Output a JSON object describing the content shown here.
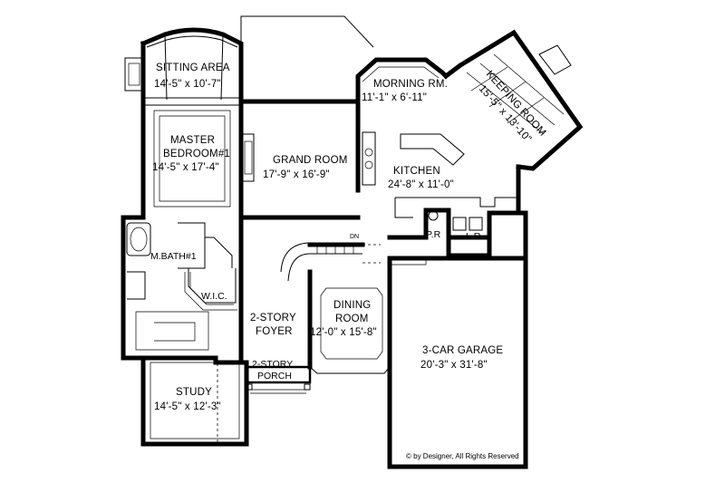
{
  "rooms": {
    "sitting_area": {
      "name": "SITTING AREA",
      "size": "14'-5\" x 10'-7\""
    },
    "master_bedroom": {
      "name_line1": "MASTER",
      "name_line2": "BEDROOM#1",
      "size": "14'-5\" x 17'-4\""
    },
    "grand_room": {
      "name": "GRAND ROOM",
      "size": "17'-9\" x 16'-9\""
    },
    "morning_room": {
      "name": "MORNING RM.",
      "size": "11'-1\" x 6'-11\""
    },
    "keeping_room": {
      "name": "KEEPING ROOM",
      "size": "15'-5\" x 13'-10\""
    },
    "kitchen": {
      "name": "KITCHEN",
      "size": "24'-8\" x 11'-0\""
    },
    "master_bath": {
      "name": "M.BATH#1"
    },
    "wic": {
      "name": "W.I.C."
    },
    "powder_room": {
      "name": "P.R"
    },
    "laundry_room": {
      "name": "L.R"
    },
    "foyer": {
      "name_line1": "2-STORY",
      "name_line2": "FOYER"
    },
    "dining_room": {
      "name_line1": "DINING",
      "name_line2": "ROOM",
      "size": "12'-0\" x 15'-8\""
    },
    "garage": {
      "name": "3-CAR GARAGE",
      "size": "20'-3\" x 31'-8\""
    },
    "porch": {
      "name_line1": "2-STORY",
      "name_line2": "PORCH"
    },
    "study": {
      "name": "STUDY",
      "size": "14'-5\" x 12'-3\""
    }
  },
  "stair_label": "DN",
  "copyright": "© by Designer, All Rights Reserved"
}
